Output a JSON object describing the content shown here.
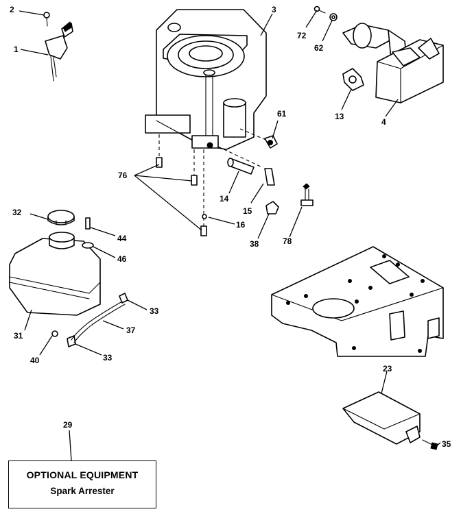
{
  "diagram": {
    "callouts": {
      "c1": "1",
      "c2": "2",
      "c3": "3",
      "c4": "4",
      "c13": "13",
      "c14": "14",
      "c15": "15",
      "c16": "16",
      "c23": "23",
      "c29": "29",
      "c31": "31",
      "c32": "32",
      "c33a": "33",
      "c33b": "33",
      "c35": "35",
      "c37": "37",
      "c38": "38",
      "c40": "40",
      "c44": "44",
      "c46": "46",
      "c61": "61",
      "c62": "62",
      "c72": "72",
      "c76": "76",
      "c78": "78"
    },
    "optional_box": {
      "title": "OPTIONAL EQUIPMENT",
      "item": "Spark Arrester"
    }
  }
}
